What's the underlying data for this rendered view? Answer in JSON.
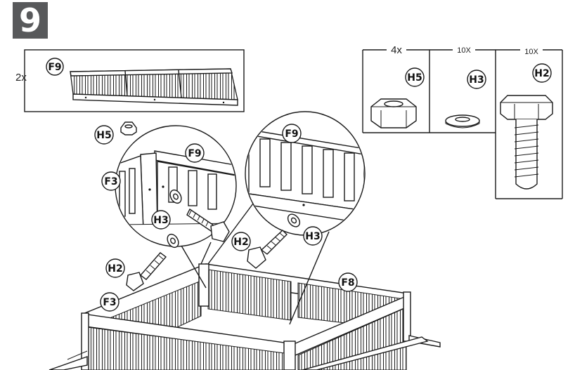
{
  "step": {
    "number": "9"
  },
  "panel": {
    "qty": "2x",
    "part": "F9"
  },
  "hardware": {
    "h5": {
      "qty": "4x",
      "part": "H5"
    },
    "h3": {
      "qty": "10X",
      "part": "H3"
    },
    "h2": {
      "qty": "10X",
      "part": "H2"
    }
  },
  "callouts": {
    "h5": "H5",
    "f3_left": "F3",
    "f9_left": "F9",
    "h3_left": "H3",
    "h2_left": "H2",
    "f3_lower": "F3",
    "f9_right": "F9",
    "h2_right": "H2",
    "h3_right": "H3",
    "f8": "F8"
  }
}
